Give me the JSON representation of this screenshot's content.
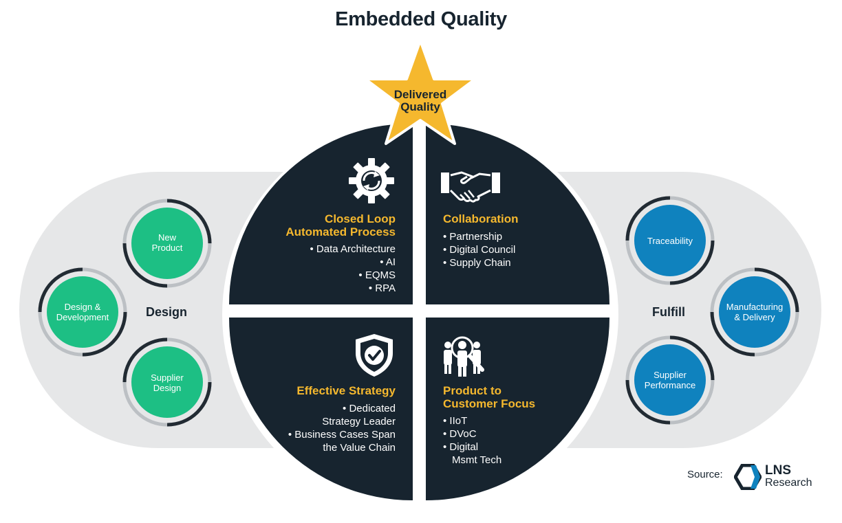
{
  "title": "Embedded Quality",
  "star_label_line1": "Delivered",
  "star_label_line2": "Quality",
  "quadrants": {
    "closed_loop": {
      "title_line1": "Closed Loop",
      "title_line2": "Automated Process",
      "items": [
        "• Data Architecture",
        "• AI",
        "• EQMS",
        "• RPA"
      ],
      "icon": "gear-cycle-icon"
    },
    "collaboration": {
      "title": "Collaboration",
      "items": [
        "• Partnership",
        "• Digital Council",
        "• Supply Chain"
      ],
      "icon": "handshake-icon"
    },
    "effective_strategy": {
      "title": "Effective Strategy",
      "items": [
        "• Dedicated",
        "Strategy Leader",
        "• Business Cases Span",
        "the Value Chain"
      ],
      "icon": "shield-check-icon"
    },
    "customer_focus": {
      "title_line1": "Product to",
      "title_line2": "Customer Focus",
      "items": [
        "• IIoT",
        "• DVoC",
        "• Digital",
        "Msmt Tech"
      ],
      "icon": "people-search-icon"
    }
  },
  "design": {
    "label": "Design",
    "nodes": [
      {
        "line1": "New",
        "line2": "Product"
      },
      {
        "line1": "Design &",
        "line2": "Development"
      },
      {
        "line1": "Supplier",
        "line2": "Design"
      }
    ],
    "color": "#1dbf84"
  },
  "fulfill": {
    "label": "Fulfill",
    "nodes": [
      {
        "line1": "Traceability",
        "line2": ""
      },
      {
        "line1": "Manufacturing",
        "line2": "& Delivery"
      },
      {
        "line1": "Supplier",
        "line2": "Performance"
      }
    ],
    "color": "#0f82be"
  },
  "source": {
    "label": "Source:",
    "logo_main": "LNS",
    "logo_sub": "Research"
  },
  "colors": {
    "navy": "#17242f",
    "gold": "#f5b82e",
    "pill": "#e6e7e8"
  }
}
